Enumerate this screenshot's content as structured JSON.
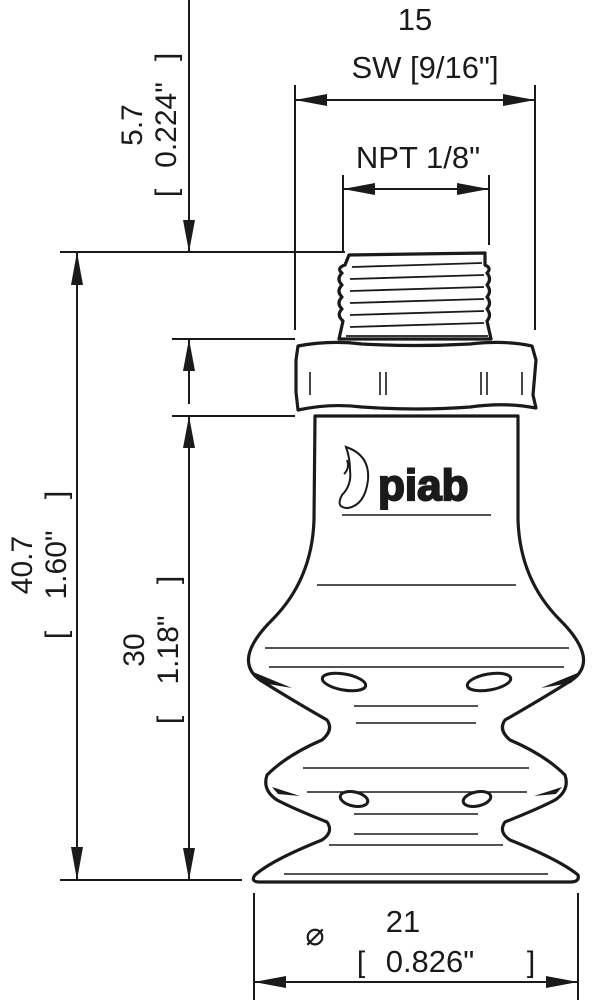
{
  "drawing": {
    "title": "Suction cup technical drawing",
    "brand_logo_text": "piab",
    "color": "#1a1a1a",
    "background": "#ffffff"
  },
  "dimensions": {
    "wrench_size": {
      "value": "15",
      "label": "SW [9/16\"]"
    },
    "thread": {
      "label": "NPT 1/8\""
    },
    "thread_length": {
      "value": "5.7",
      "inch": "0.224\""
    },
    "overall_height": {
      "value": "40.7",
      "inch": "1.60\""
    },
    "body_height": {
      "value": "30",
      "inch": "1.18\""
    },
    "diameter": {
      "symbol": "⌀",
      "value": "21",
      "inch": "0.826\""
    }
  },
  "brackets": {
    "open": "[",
    "close": "]"
  }
}
